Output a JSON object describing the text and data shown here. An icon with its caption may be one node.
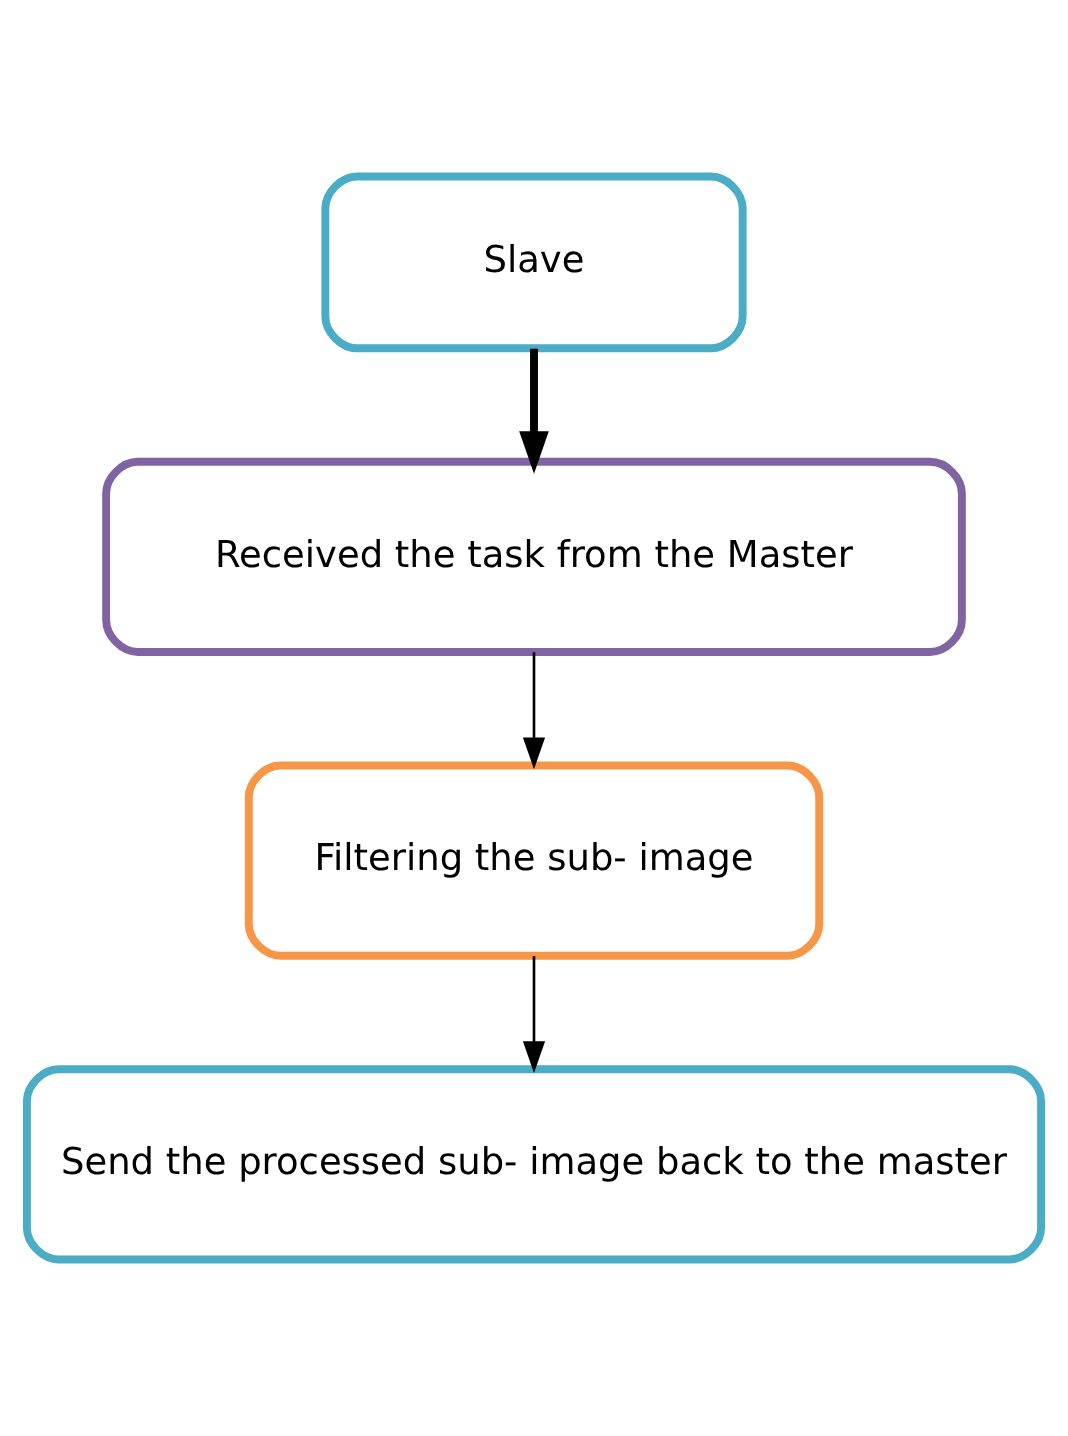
{
  "diagram": {
    "nodes": [
      {
        "text": [
          "Slave"
        ]
      },
      {
        "text": [
          "Received the task from the Master"
        ]
      },
      {
        "text": [
          "Filtering the sub- image"
        ]
      },
      {
        "text": [
          "Send the processed sub- image back to the master"
        ]
      }
    ],
    "edges": [
      {
        "from": 0,
        "to": 1,
        "arrow": "to",
        "style": "thick"
      },
      {
        "from": 1,
        "to": 2,
        "arrow": "to"
      },
      {
        "from": 2,
        "to": 3,
        "arrow": "to"
      }
    ]
  }
}
